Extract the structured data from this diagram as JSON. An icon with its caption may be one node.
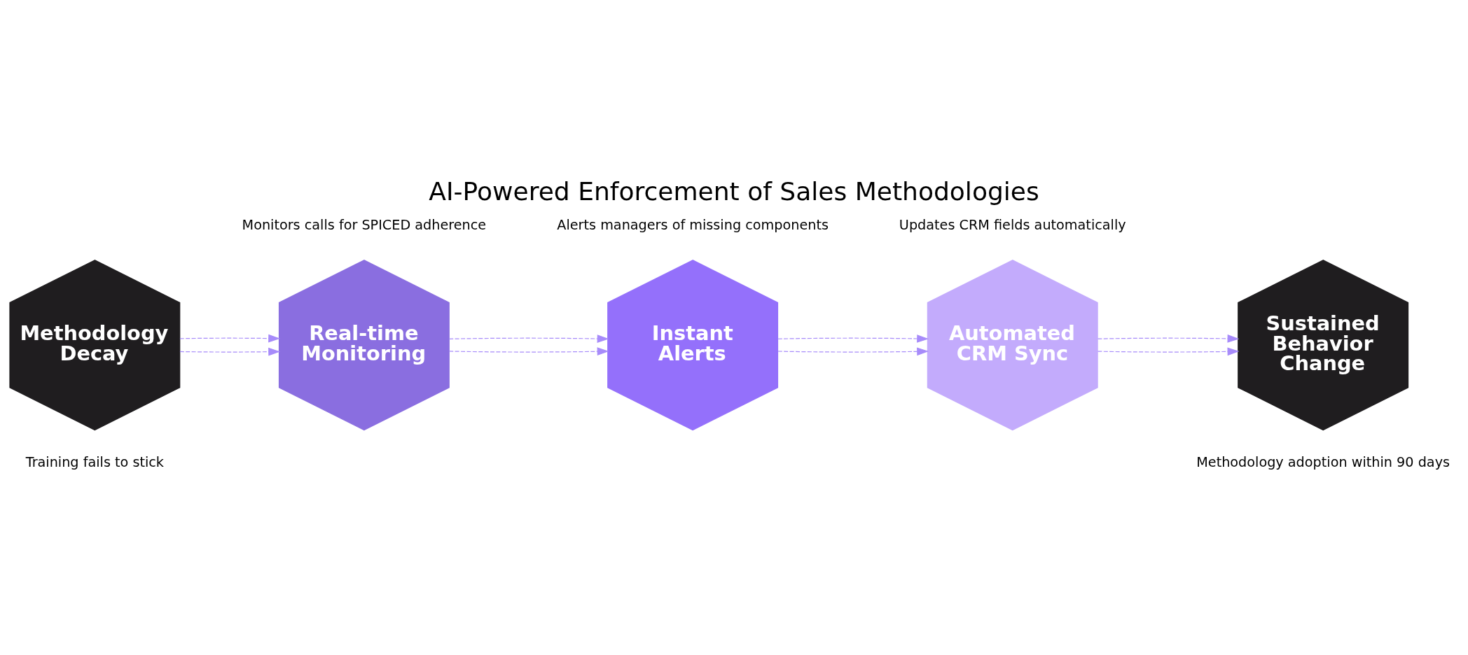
{
  "diagram": {
    "title": "AI-Powered Enforcement of Sales Methodologies",
    "nodes": [
      {
        "text": [
          "Methodology Decay"
        ],
        "beside": [
          "Training fails to stick"
        ]
      },
      {
        "text": [
          "Real-time Monitoring"
        ],
        "beside": [
          "Monitors calls for SPICED adherence"
        ]
      },
      {
        "text": [
          "Instant Alerts"
        ],
        "beside": [
          "Alerts managers of missing components"
        ]
      },
      {
        "text": [
          "Automated CRM Sync"
        ],
        "beside": [
          "Updates CRM fields automatically"
        ]
      },
      {
        "text": [
          "Sustained Behavior Change"
        ],
        "beside": [
          "Methodology adoption within 90 days"
        ]
      }
    ],
    "edges": [
      {
        "from": 0,
        "to": 1,
        "arrow": "to",
        "style": "dashed",
        "color": "#a78bfa"
      },
      {
        "from": 0,
        "to": 1,
        "arrow": "to",
        "style": "dashed",
        "color": "#a78bfa"
      },
      {
        "from": 1,
        "to": 2,
        "arrow": "to",
        "style": "dashed",
        "color": "#a78bfa"
      },
      {
        "from": 1,
        "to": 2,
        "arrow": "to",
        "style": "dashed",
        "color": "#a78bfa"
      },
      {
        "from": 2,
        "to": 3,
        "arrow": "to",
        "style": "dashed",
        "color": "#a78bfa"
      },
      {
        "from": 2,
        "to": 3,
        "arrow": "to",
        "style": "dashed",
        "color": "#a78bfa"
      },
      {
        "from": 3,
        "to": 4,
        "arrow": "to",
        "style": "dashed",
        "color": "#a78bfa"
      },
      {
        "from": 3,
        "to": 4,
        "arrow": "to",
        "style": "dashed",
        "color": "#a78bfa"
      }
    ]
  }
}
